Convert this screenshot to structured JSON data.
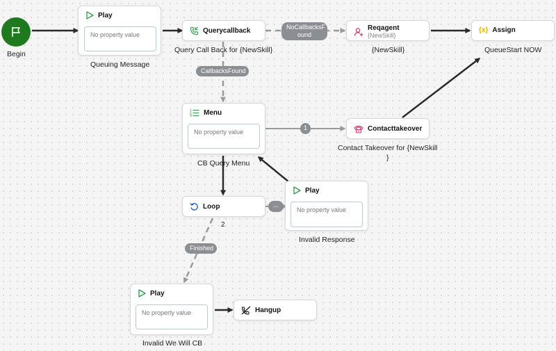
{
  "begin": {
    "label": "Begin"
  },
  "nodes": {
    "play1": {
      "title": "Play",
      "prop": "No property value",
      "caption": "Queuing Message"
    },
    "querycallback": {
      "title": "Querycallback",
      "caption": "Query Call Back for {NewSkill}"
    },
    "reqagent": {
      "title": "Reqagent",
      "subtitle": "{NewSkill}",
      "caption": "{NewSkill}"
    },
    "assign": {
      "title": "Assign",
      "caption": "QueueStart NOW"
    },
    "menu": {
      "title": "Menu",
      "prop": "No property value",
      "caption": "CB Query Menu"
    },
    "contacttakeover": {
      "title": "Contacttakeover",
      "caption_line1": "Contact Takeover for {NewSkill",
      "caption_line2": "}"
    },
    "loop": {
      "title": "Loop",
      "count": "2"
    },
    "play2": {
      "title": "Play",
      "prop": "No property value",
      "caption": "Invalid Response"
    },
    "play3": {
      "title": "Play",
      "prop": "No property value",
      "caption": "Invalid We Will CB"
    },
    "hangup": {
      "title": "Hangup"
    }
  },
  "edge_labels": {
    "no_callbacks_line1": "NoCallbacksF",
    "no_callbacks_line2": "ound",
    "callbacks_found": "CallbacksFound",
    "menu_option": "1",
    "loop_more": "...",
    "finished": "Finished"
  },
  "colors": {
    "begin": "#1f7a1f",
    "play_icon": "#2e9c4a",
    "query_icon": "#2e9c4a",
    "reqagent_icon": "#d6336c",
    "assign_icon": "#e0b400",
    "menu_icon": "#2e9c4a",
    "contact_icon": "#d6336c",
    "loop_icon": "#1d5fa8",
    "edge_solid": "#2a2a2a",
    "edge_dashed": "#9a9a9a",
    "pill": "#8b8f94"
  },
  "icons": {
    "begin": "flag-icon",
    "play": "play-icon",
    "querycallback": "phone-callback-icon",
    "reqagent": "user-add-icon",
    "assign": "variable-icon",
    "menu": "menu-list-icon",
    "contacttakeover": "phone-transfer-icon",
    "loop": "loop-icon",
    "hangup": "hangup-icon"
  }
}
